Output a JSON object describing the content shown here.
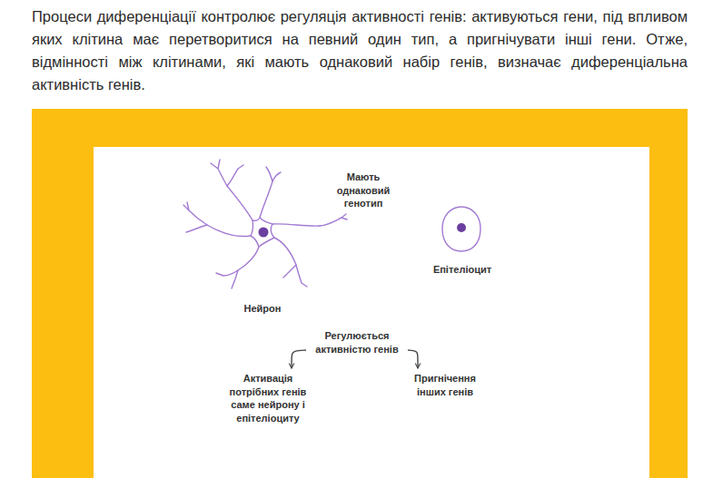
{
  "diagram": {
    "nodes": [
      {
        "text": [
          "Регулюється активністю генів"
        ]
      },
      {
        "text": [
          "Активація потрібних генів саме нейрону і епітеліоциту"
        ]
      },
      {
        "text": [
          "Пригнічення інших генів"
        ]
      }
    ],
    "edges": [
      {
        "from": 0,
        "to": 1,
        "arrow": "to"
      },
      {
        "from": 0,
        "to": 2,
        "arrow": "to"
      }
    ],
    "labels": [
      "Процеси диференціації контролює регуляція активності генів: активуються гени, під впливом яких клітина має перетворитися на певний один тип, а пригнічувати інші гени. Отже, відмінності між клітинами, які мають однаковий набір генів, визначає диференціальна активність генів.",
      "Мають однаковий генотип",
      "Нейрон",
      "Епітеліоцит"
    ]
  }
}
